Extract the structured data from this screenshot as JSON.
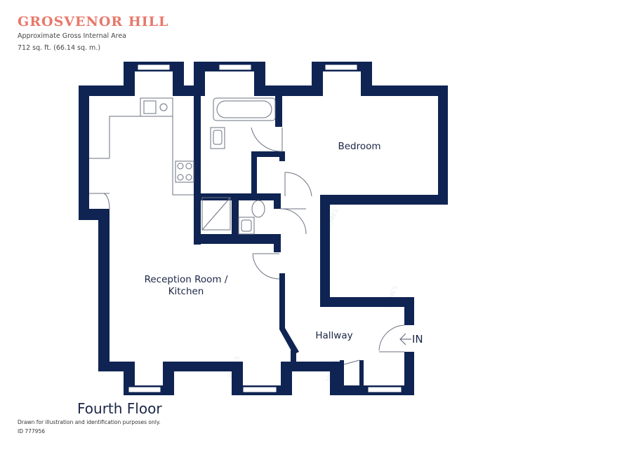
{
  "header": {
    "title": "GROSVENOR HILL",
    "area_label": "Approximate Gross Internal Area",
    "area_value": "712 sq. ft. (66.14 sq. m.)"
  },
  "rooms": {
    "bedroom": "Bedroom",
    "reception": [
      "Reception Room /",
      "Kitchen"
    ],
    "hallway": "Hallway",
    "entrance": "IN"
  },
  "footer": {
    "floor": "Fourth Floor",
    "disclaimer": "Drawn for illustration and identification purposes only.",
    "id": "ID 777956"
  },
  "colors": {
    "title": "#e8786a",
    "walls": "#0f2452",
    "text": "#1b2646"
  }
}
